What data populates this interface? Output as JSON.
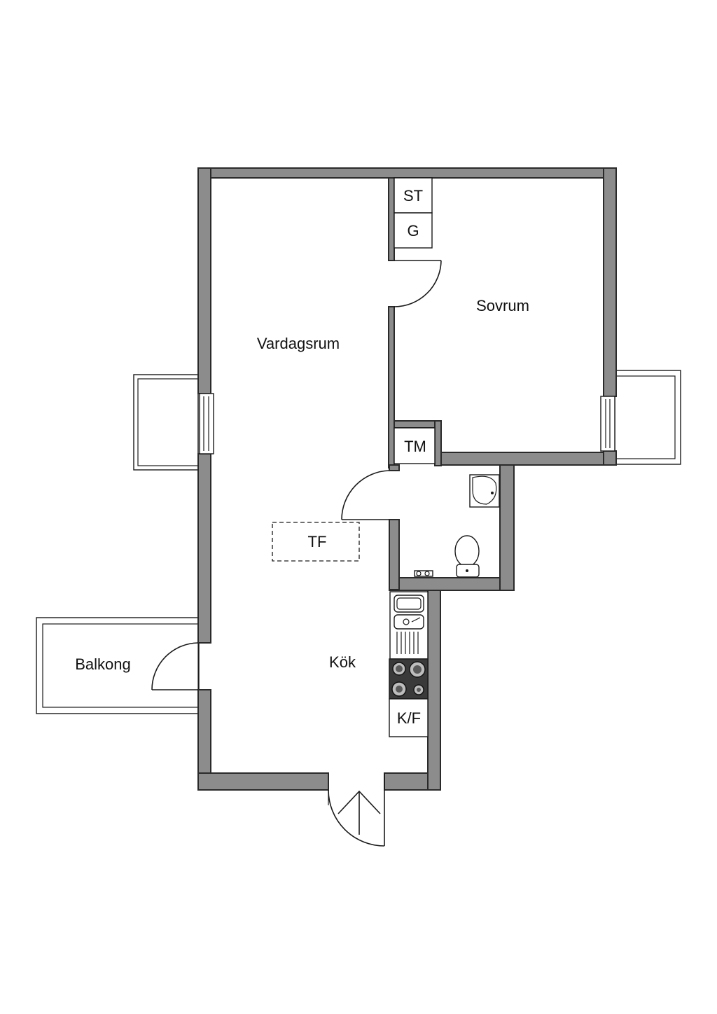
{
  "rooms": {
    "living": "Vardagsrum",
    "bedroom": "Sovrum",
    "kitchen": "Kök",
    "balcony": "Balkong"
  },
  "fixtures": {
    "storage": "ST",
    "g": "G",
    "tm": "TM",
    "tf": "TF",
    "kf": "K/F"
  }
}
